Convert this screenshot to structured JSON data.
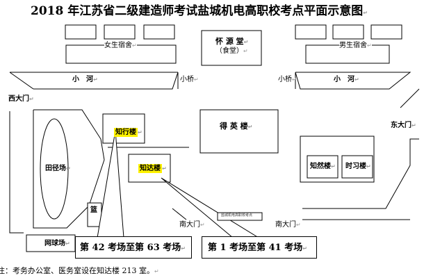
{
  "title": "2018 年江苏省二级建造师考试盐城机电高职校考点平面示意图",
  "paragraph_mark": "↵",
  "buildings": {
    "girls_dorm": "女生宿舍",
    "huaiyuan_hall": "怀 源 堂",
    "canteen": "（食堂）",
    "boys_dorm": "男生宿舍",
    "deying": "得 英 楼",
    "zhixing": "知行楼",
    "zhida": "知达楼",
    "zhiran": "知然楼",
    "shixi": "时习楼",
    "partial_building": "篮",
    "small_sign": "盐城机电高职校考点"
  },
  "areas": {
    "river_left": "小　河",
    "river_right": "小　河",
    "bridge_left": "小桥",
    "bridge_right": "小桥",
    "field": "田径场",
    "tennis": "网球场"
  },
  "gates": {
    "west": "西大门",
    "east": "东大门",
    "south_left": "南大门",
    "south_right": "南大门"
  },
  "callouts": {
    "left": "第 42 考场至第 63 考场",
    "right": "第 1 考场至第 41 考场"
  },
  "footnote": "注：考务办公室、医务室设在知达楼 213 室。"
}
